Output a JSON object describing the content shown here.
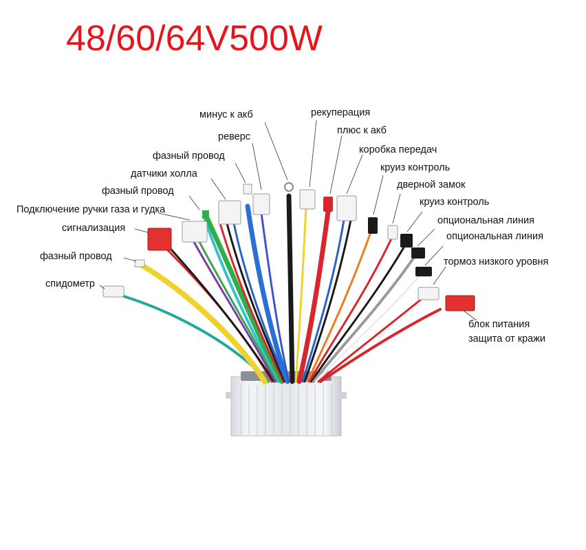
{
  "title": {
    "text": "48/60/64V500W",
    "color": "#e8141b"
  },
  "labels": {
    "minus_akb": "минус к акб",
    "rekuperaciya": "рекуперация",
    "revers": "реверс",
    "plus_akb": "плюс к акб",
    "faznyi_provod_1": "фазный провод",
    "korobka_peredach": "коробка передач",
    "datchiki_holla": "датчики холла",
    "kruiz_kontrol_1": "круиз контроль",
    "faznyi_provod_2": "фазный провод",
    "dvernoi_zamok": "дверной замок",
    "kruiz_kontrol_2": "круиз контроль",
    "ruchka_gaza": "Подключение ручки газа и гудка",
    "opcionalnaya_1": "опциональная линия",
    "signalizaciya": "сигнализация",
    "opcionalnaya_2": "опциональная линия",
    "faznyi_provod_3": "фазный провод",
    "tormoz": "тормоз низкого уровня",
    "spidometr": "спидометр",
    "blok_pitaniya_1": "блок питания",
    "blok_pitaniya_2": "защита от кражи"
  }
}
